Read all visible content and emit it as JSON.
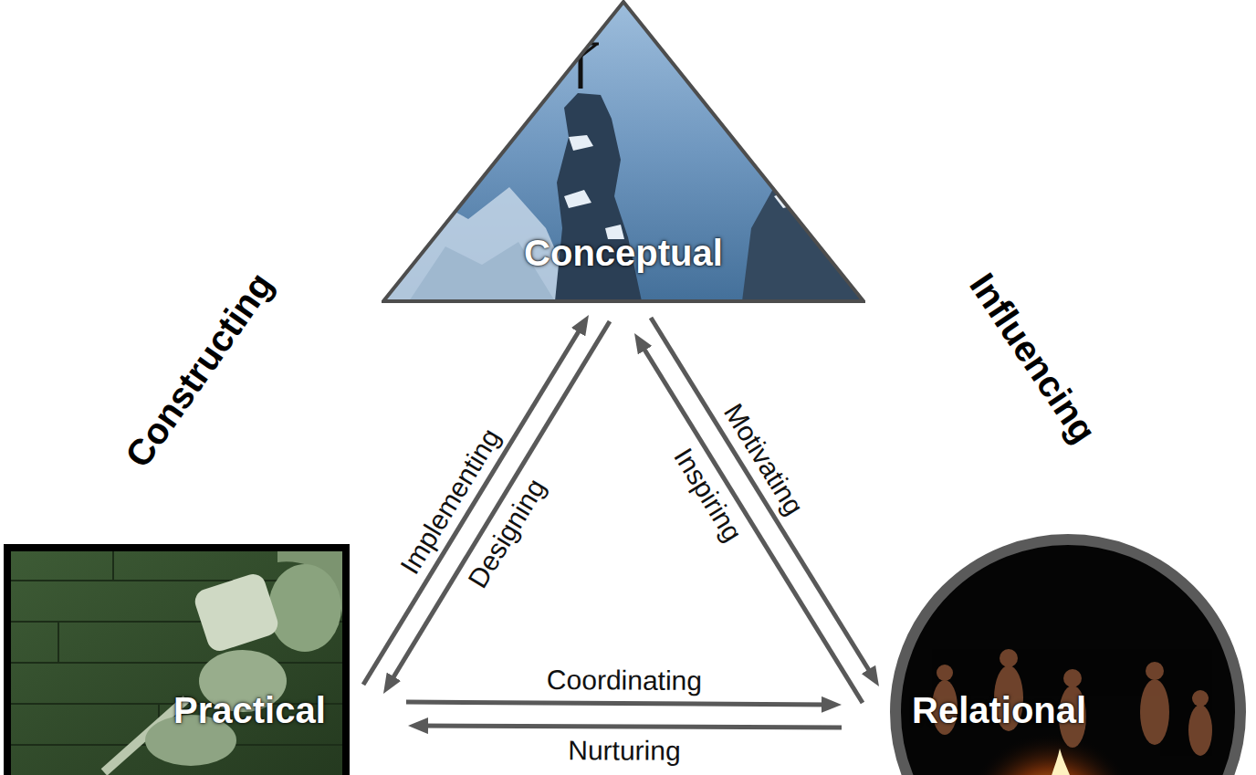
{
  "diagram": {
    "nodes": [
      {
        "text": [
          "Conceptual"
        ]
      },
      {
        "text": [
          "Practical"
        ]
      },
      {
        "text": [
          "Relational"
        ]
      }
    ],
    "edges": [
      {
        "from": 1,
        "to": 0,
        "label": "Implementing",
        "arrow": "to"
      },
      {
        "from": 0,
        "to": 1,
        "label": "Designing",
        "arrow": "to"
      },
      {
        "from": 2,
        "to": 0,
        "label": "Inspiring",
        "arrow": "to"
      },
      {
        "from": 0,
        "to": 2,
        "label": "Motivating",
        "arrow": "to"
      },
      {
        "from": 1,
        "to": 2,
        "label": "Coordinating",
        "arrow": "to"
      },
      {
        "from": 2,
        "to": 1,
        "label": "Nurturing",
        "arrow": "to"
      }
    ],
    "labels": [
      "Constructing",
      "Influencing"
    ]
  }
}
